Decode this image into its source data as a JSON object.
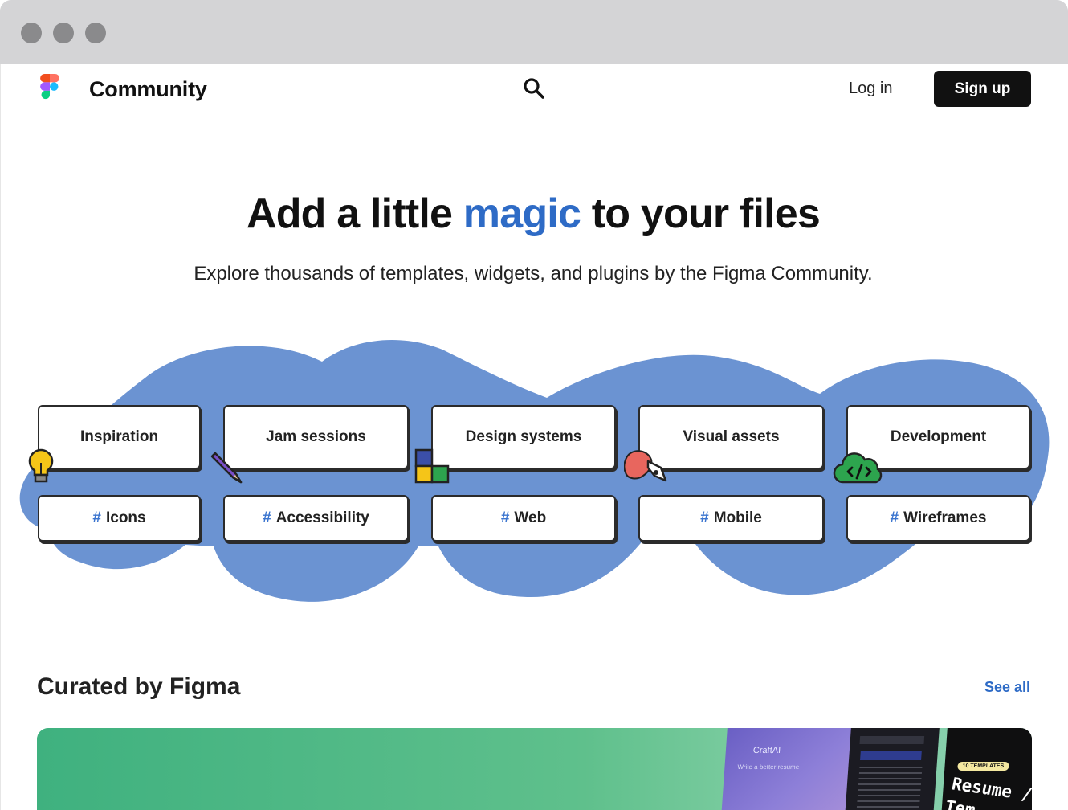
{
  "nav": {
    "title": "Community",
    "login": "Log in",
    "signup": "Sign up"
  },
  "hero": {
    "title_part1": "Add a little ",
    "title_magic": "magic",
    "title_part2": " to your files",
    "subtitle": "Explore thousands of templates, widgets, and plugins by the Figma Community."
  },
  "categories": [
    {
      "label": "Inspiration"
    },
    {
      "label": "Jam sessions"
    },
    {
      "label": "Design systems"
    },
    {
      "label": "Visual assets"
    },
    {
      "label": "Development"
    }
  ],
  "tags": [
    {
      "hash": "#",
      "label": "Icons"
    },
    {
      "hash": "#",
      "label": "Accessibility"
    },
    {
      "hash": "#",
      "label": "Web"
    },
    {
      "hash": "#",
      "label": "Mobile"
    },
    {
      "hash": "#",
      "label": "Wireframes"
    }
  ],
  "icons": {
    "logo": "figma-logo",
    "search": "search-icon",
    "lightbulb": "lightbulb-icon",
    "pencil": "pencil-icon",
    "blocks": "blocks-icon",
    "pen-tool": "pen-tool-icon",
    "code-cloud": "code-cloud-icon"
  },
  "curated": {
    "title": "Curated by Figma",
    "see_all": "See all",
    "thumb1_title": "CraftAI",
    "thumb1_sub": "Write a better resume",
    "thumb3_tag": "10 TEMPLATES",
    "thumb3_title": "Resume / C",
    "thumb3_title2": "Tem"
  },
  "colors": {
    "accent": "#2e6bc6",
    "blob": "#6b93d2",
    "signup_bg": "#111111",
    "banner_green": "#4cb683"
  }
}
